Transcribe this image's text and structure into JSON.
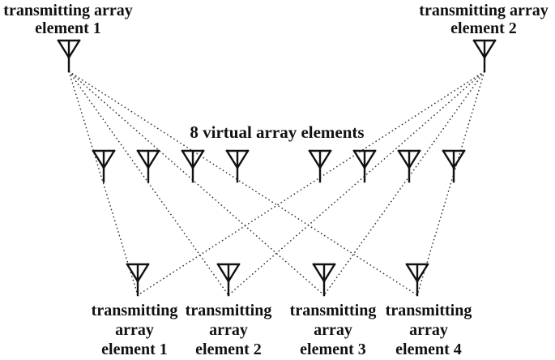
{
  "figure": {
    "colors": {
      "background": "#ffffff",
      "ink": "#111111",
      "path": "#2a2a2a"
    },
    "top_row": [
      {
        "line1": "transmitting array",
        "line2": "element 1"
      },
      {
        "line1": "transmitting array",
        "line2": "element 2"
      }
    ],
    "virtual_label": "8 virtual array elements",
    "virtual_count": 8,
    "bottom_row": [
      {
        "line1": "transmitting",
        "line2": "array",
        "line3": "element 1"
      },
      {
        "line1": "transmitting",
        "line2": "array",
        "line3": "element 2"
      },
      {
        "line1": "transmitting",
        "line2": "array",
        "line3": "element 3"
      },
      {
        "line1": "transmitting",
        "line2": "array",
        "line3": "element 4"
      }
    ],
    "icon_legend": {
      "antenna": "antenna-icon"
    }
  }
}
